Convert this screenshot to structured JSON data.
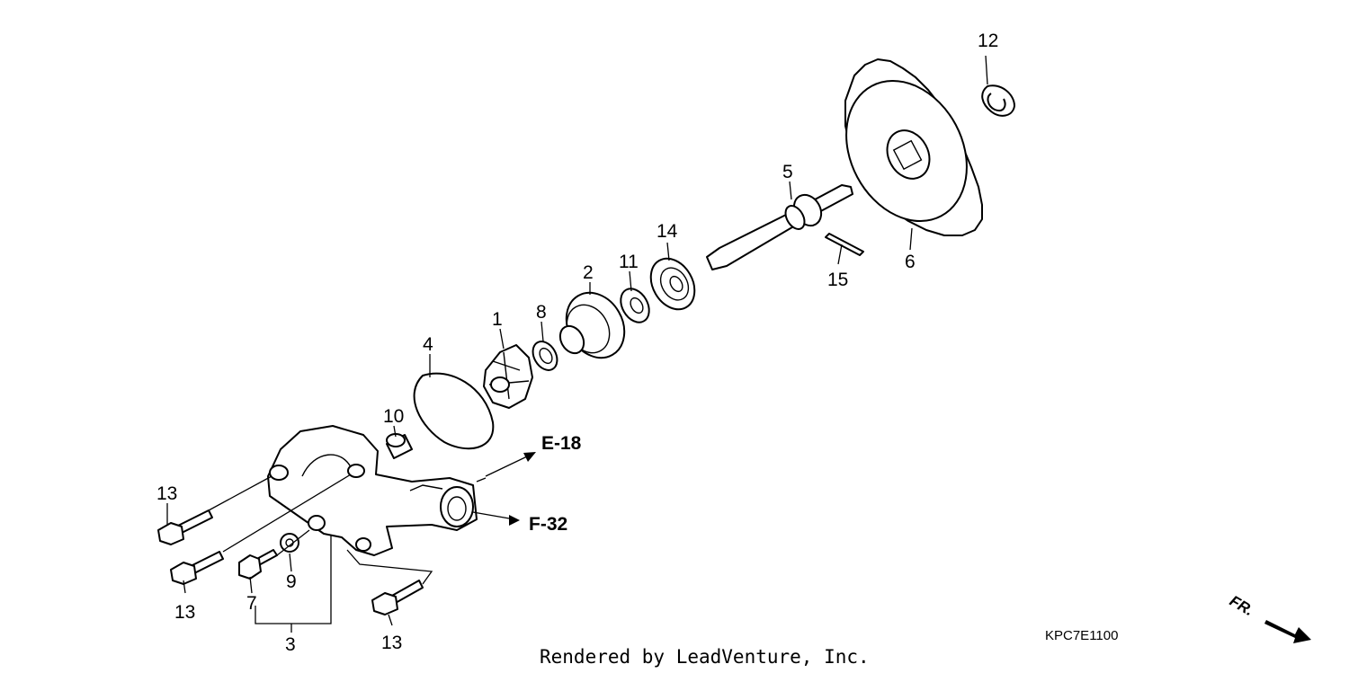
{
  "callouts": [
    {
      "id": "1",
      "text": "1"
    },
    {
      "id": "2",
      "text": "2"
    },
    {
      "id": "3",
      "text": "3"
    },
    {
      "id": "4",
      "text": "4"
    },
    {
      "id": "5",
      "text": "5"
    },
    {
      "id": "6",
      "text": "6"
    },
    {
      "id": "7",
      "text": "7"
    },
    {
      "id": "8",
      "text": "8"
    },
    {
      "id": "9",
      "text": "9"
    },
    {
      "id": "10",
      "text": "10"
    },
    {
      "id": "11",
      "text": "11"
    },
    {
      "id": "12",
      "text": "12"
    },
    {
      "id": "13",
      "text": "13"
    },
    {
      "id": "14",
      "text": "14"
    },
    {
      "id": "15",
      "text": "15"
    }
  ],
  "references": {
    "e18": "E-18",
    "f32": "F-32"
  },
  "diagram_code": "KPC7E1100",
  "credit": "Rendered by LeadVenture, Inc.",
  "direction_badge": "FR."
}
